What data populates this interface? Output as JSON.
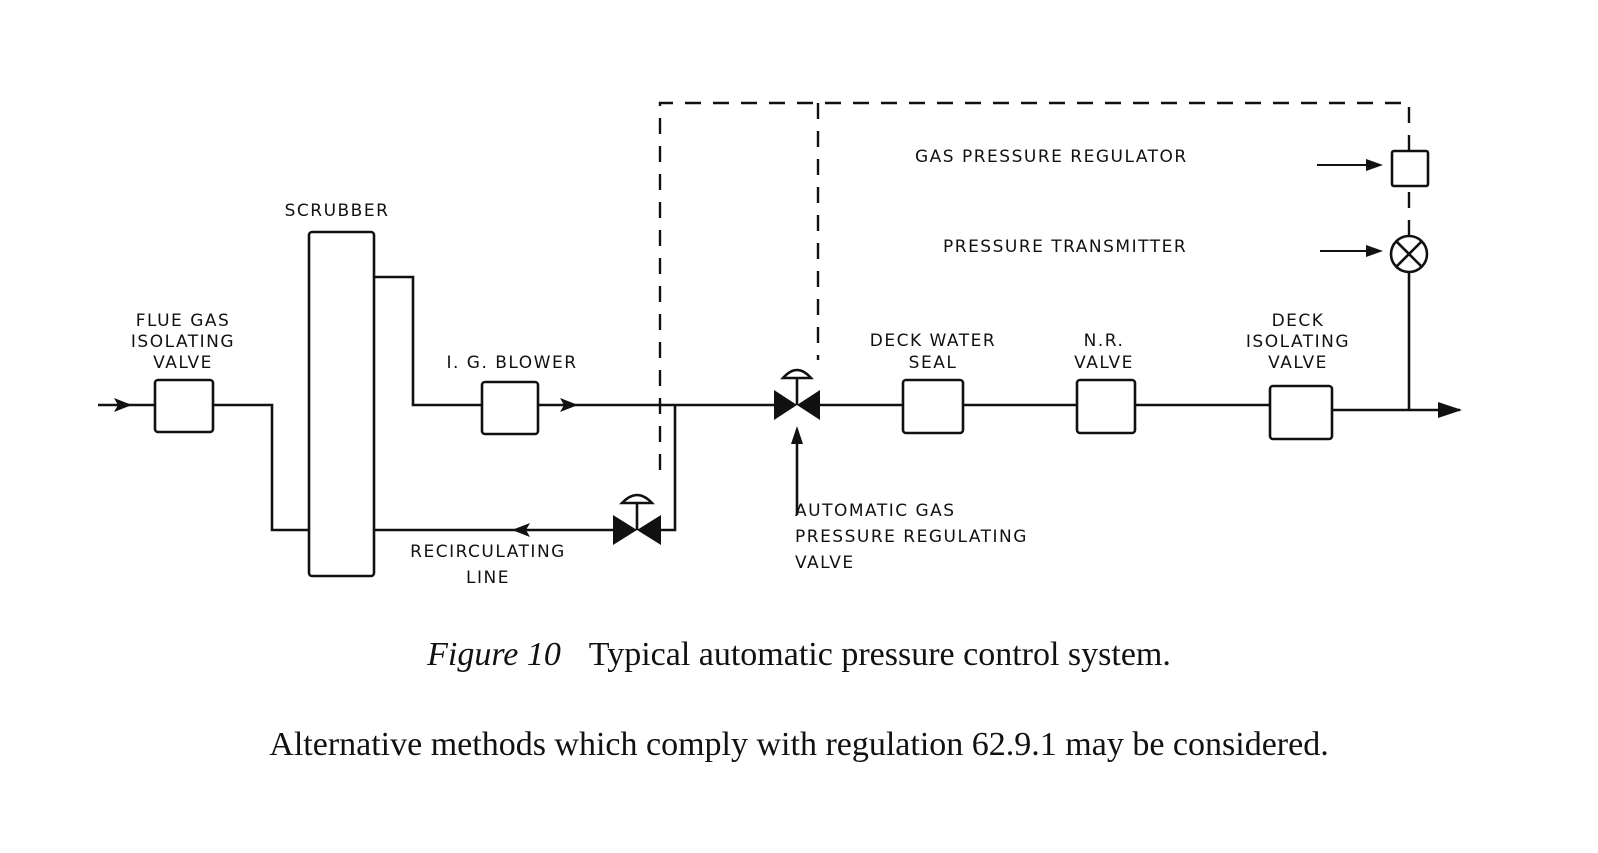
{
  "diagram": {
    "components": {
      "flue_gas_valve": [
        "FLUE GAS",
        "ISOLATING",
        "VALVE"
      ],
      "scrubber": "SCRUBBER",
      "ig_blower": "I. G. BLOWER",
      "recirculating_line": [
        "RECIRCULATING",
        "LINE"
      ],
      "auto_valve": [
        "AUTOMATIC GAS",
        "PRESSURE REGULATING",
        "VALVE"
      ],
      "deck_water_seal": [
        "DECK WATER",
        "SEAL"
      ],
      "nr_valve": [
        "N.R.",
        "VALVE"
      ],
      "deck_isolating_valve": [
        "DECK",
        "ISOLATING",
        "VALVE"
      ],
      "gas_pressure_regulator": "GAS PRESSURE REGULATOR",
      "pressure_transmitter": "PRESSURE TRANSMITTER"
    },
    "icons": {
      "regulator": "square-box-icon",
      "transmitter": "circle-cross-icon",
      "control_valve": "diaphragm-valve-icon"
    }
  },
  "caption": {
    "figure_label": "Figure 10",
    "figure_title": "Typical automatic pressure control system."
  },
  "note": "Alternative methods which comply with regulation 62.9.1 may be considered."
}
